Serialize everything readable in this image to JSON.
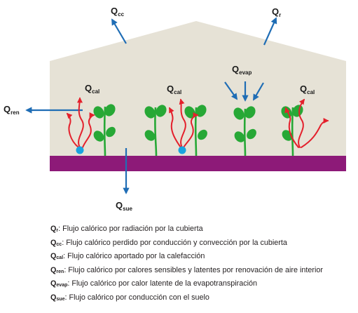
{
  "labels": {
    "qcc": {
      "main": "Q",
      "sub": "cc"
    },
    "qr": {
      "main": "Q",
      "sub": "r"
    },
    "qren": {
      "main": "Q",
      "sub": "ren"
    },
    "qcal1": {
      "main": "Q",
      "sub": "cal"
    },
    "qcal2": {
      "main": "Q",
      "sub": "cal"
    },
    "qcal3": {
      "main": "Q",
      "sub": "cal"
    },
    "qevap": {
      "main": "Q",
      "sub": "evap"
    },
    "qsue": {
      "main": "Q",
      "sub": "sue"
    }
  },
  "legend": [
    {
      "main": "Q",
      "sub": "r",
      "text": ": Flujo calórico por radiación por la cubierta"
    },
    {
      "main": "Q",
      "sub": "cc",
      "text": ": Flujo calórico perdido por conducción y convección por la cubierta"
    },
    {
      "main": "Q",
      "sub": "cal",
      "text": ": Flujo calórico aportado por la calefacción"
    },
    {
      "main": "Q",
      "sub": "ren",
      "text": ": Flujo calórico por calores sensibles y latentes por renovación de aire interior"
    },
    {
      "main": "Q",
      "sub": "evap",
      "text": ": Flujo calórico por calor latente de la evapotranspiración"
    },
    {
      "main": "Q",
      "sub": "sue",
      "text": ": Flujo calórico por conducción con el suelo"
    }
  ],
  "colors": {
    "greenhouse_fill": "#e6e2d6",
    "ground": "#8d1a78",
    "arrow_blue": "#1f6db5",
    "plant_green": "#27a836",
    "heat_red": "#e4202c",
    "heater_dot": "#1aa3df"
  }
}
